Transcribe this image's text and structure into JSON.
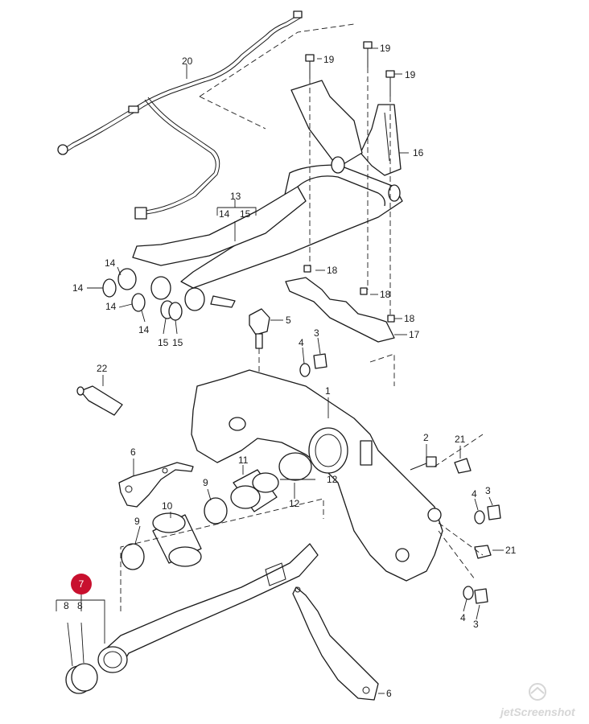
{
  "labels": {
    "n1": "1",
    "n2": "2",
    "n3": "3",
    "n4": "4",
    "n5": "5",
    "n6": "6",
    "n7": "7",
    "n8": "8",
    "n9": "9",
    "n10": "10",
    "n11": "11",
    "n12": "12",
    "n13": "13",
    "n14": "14",
    "n15": "15",
    "n16": "16",
    "n17": "17",
    "n18": "18",
    "n19": "19",
    "n20": "20",
    "n21": "21",
    "n22": "22"
  },
  "highlight": {
    "label": "7",
    "color": "#c8102e"
  },
  "watermark": {
    "text": "jetScreenshot",
    "color": "#d6d6d6"
  }
}
